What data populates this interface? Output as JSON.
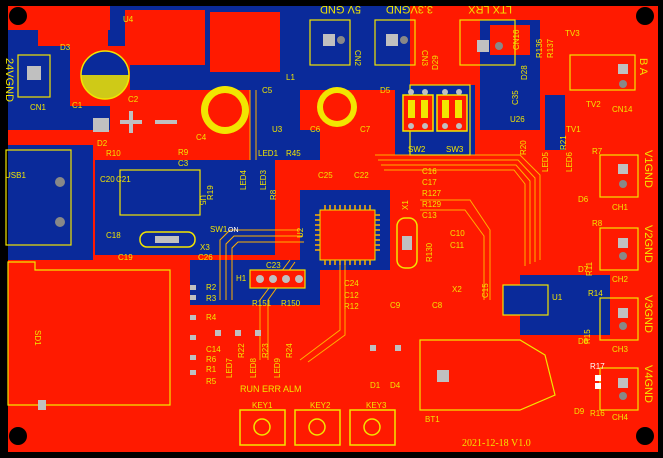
{
  "board": {
    "version_text": "2021-12-18 V1.0",
    "colors": {
      "copper_top": "#ff1a00",
      "copper_bottom": "#0a2a9a",
      "silkscreen": "#f2e600",
      "background": "#000000",
      "pad": "#c0c0c0"
    }
  },
  "connectors": {
    "power24": "24VGND",
    "cn1": "CN1",
    "gnd5v": "5V GND",
    "cn2": "CN2",
    "v33gnd": "3.3VGND",
    "cn3": "CN3",
    "txrx": "LTX LRX",
    "ab": "B  A",
    "cn14": "CN14",
    "v1gnd": "V1GND",
    "v2gnd": "V2GND",
    "v3gnd": "V3GND",
    "v4gnd": "V4GND",
    "ch1": "CH1",
    "ch2": "CH2",
    "ch3": "CH3",
    "ch4": "CH4",
    "usb1": "USB1",
    "sd1": "SD1",
    "bt1": "BT1"
  },
  "components": {
    "u4": "U4",
    "d3": "D3",
    "c1": "C1",
    "c2": "C2",
    "l1": "L1",
    "c4": "C4",
    "c5": "C5",
    "c6": "C6",
    "c7": "C7",
    "d5": "D5",
    "d29": "D29",
    "d28": "D28",
    "cn16": "CN16",
    "r136": "R136",
    "r137": "R137",
    "tv3": "TV3",
    "tv2": "TV2",
    "tv1": "TV1",
    "u26": "U26",
    "c35": "C35",
    "d2": "D2",
    "r10": "R10",
    "r9": "R9",
    "c3": "C3",
    "u3": "U3",
    "led1": "LED1",
    "r45": "R45",
    "sw2": "SW2",
    "sw3": "SW3",
    "c20": "C20",
    "c21": "C21",
    "u5": "U5",
    "c18": "C18",
    "c19": "C19",
    "x3": "X3",
    "c26": "C26",
    "r19": "R19",
    "led4": "LED4",
    "r8": "R8",
    "led3": "LED3",
    "sw1": "SW1",
    "on": "ON",
    "c25": "C25",
    "c22": "C22",
    "c16": "C16",
    "c17": "C17",
    "r127": "R127",
    "r129": "R129",
    "c13": "C13",
    "x1": "X1",
    "c10": "C10",
    "c11": "C11",
    "r130": "R130",
    "u2": "U2",
    "r7": "R7",
    "d6": "D6",
    "r8b": "R8",
    "d7": "D7",
    "r11": "R11",
    "r14": "R14",
    "d8": "D8",
    "r15": "R15",
    "r17": "R17",
    "d9": "D9",
    "r16": "R16",
    "led5": "LED5",
    "r20": "R20",
    "led6": "LED6",
    "r21": "R21",
    "c15": "C15",
    "u1": "U1",
    "h1": "H1",
    "c23": "C23",
    "r151": "R151",
    "r150": "R150",
    "c24": "C24",
    "c12": "C12",
    "r12": "R12",
    "c9": "C9",
    "x2": "X2",
    "c8": "C8",
    "r2": "R2",
    "r3": "R3",
    "r4": "R4",
    "c14": "C14",
    "r1": "R1",
    "r5": "R5",
    "r6": "R6",
    "led7": "LED7",
    "r22": "R22",
    "led8": "LED8",
    "r23": "R23",
    "led9": "LED9",
    "r24": "R24",
    "run_err_alm": "RUN ERR ALM",
    "d1": "D1",
    "d4": "D4",
    "key1": "KEY1",
    "key2": "KEY2",
    "key3": "KEY3"
  }
}
